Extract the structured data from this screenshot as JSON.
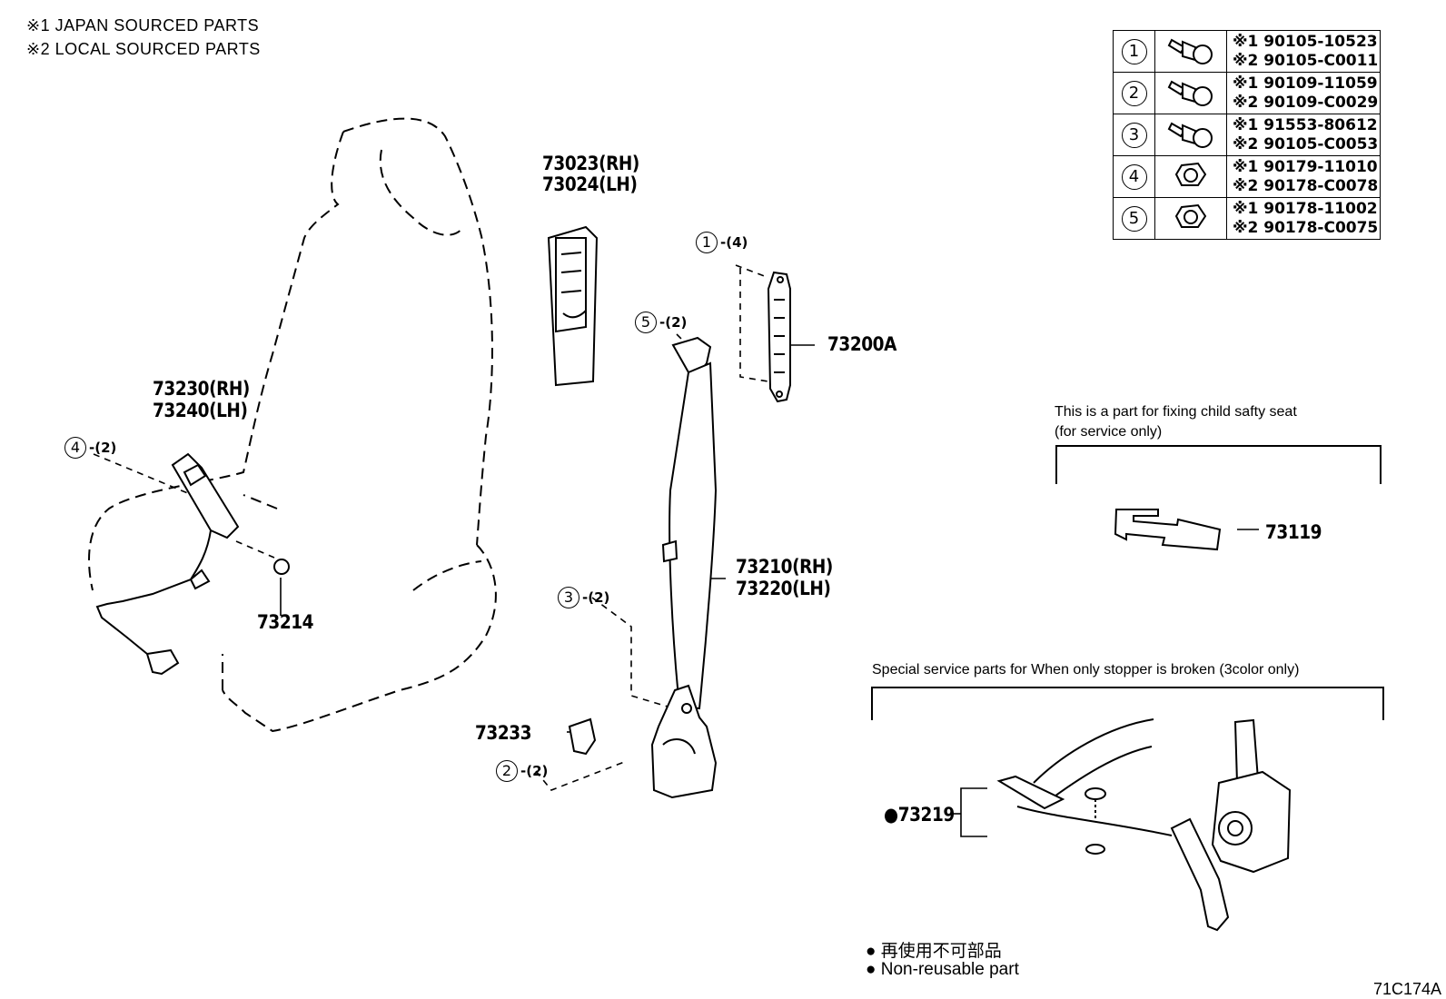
{
  "header": {
    "japan_sourced": "※1  JAPAN SOURCED PARTS",
    "local_sourced": "※2  LOCAL SOURCED PARTS"
  },
  "fastener_table": [
    {
      "num": "1",
      "icon": "bolt-icon",
      "jp": "※1 90105-10523",
      "local": "※2 90105-C0011"
    },
    {
      "num": "2",
      "icon": "bolt-icon",
      "jp": "※1 90109-11059",
      "local": "※2 90109-C0029"
    },
    {
      "num": "3",
      "icon": "bolt-icon",
      "jp": "※1 91553-80612",
      "local": "※2 90105-C0053"
    },
    {
      "num": "4",
      "icon": "nut-icon",
      "jp": "※1 90179-11010",
      "local": "※2 90178-C0078"
    },
    {
      "num": "5",
      "icon": "nut-icon",
      "jp": "※1 90178-11002",
      "local": "※2 90178-C0075"
    }
  ],
  "parts": {
    "cover_rh": "73023(RH)",
    "cover_lh": "73024(LH)",
    "adjuster": "73200A",
    "buckle_rh": "73230(RH)",
    "buckle_lh": "73240(LH)",
    "washer": "73214",
    "belt_rh": "73210(RH)",
    "belt_lh": "73220(LH)",
    "clip": "73233",
    "child_anchor": "73119",
    "stopper": "73219"
  },
  "callouts": {
    "c1": {
      "num": "1",
      "qty": "-(4)"
    },
    "c2": {
      "num": "2",
      "qty": "-(2)"
    },
    "c3": {
      "num": "3",
      "qty": "-(2)"
    },
    "c4": {
      "num": "4",
      "qty": "-(2)"
    },
    "c5": {
      "num": "5",
      "qty": "-(2)"
    }
  },
  "notes": {
    "child_seat_line1": "This is a part for fixing child safty seat",
    "child_seat_line2": "(for service only)",
    "stopper_note": "Special service parts for When only stopper is broken (3color only)"
  },
  "legend": {
    "bullet": "●",
    "japanese": "再使用不可部品",
    "english": "Non-reusable part"
  },
  "diagram_code": "71C174A"
}
